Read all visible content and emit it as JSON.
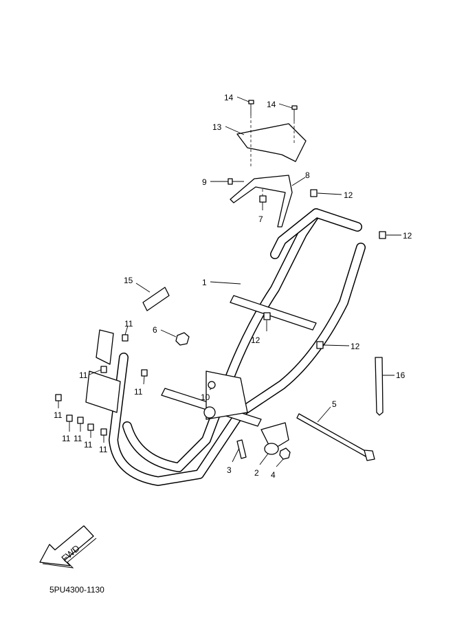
{
  "diagram": {
    "callouts": [
      {
        "id": "14a",
        "label": "14"
      },
      {
        "id": "14b",
        "label": "14"
      },
      {
        "id": "13",
        "label": "13"
      },
      {
        "id": "9",
        "label": "9"
      },
      {
        "id": "8",
        "label": "8"
      },
      {
        "id": "7",
        "label": "7"
      },
      {
        "id": "12a",
        "label": "12"
      },
      {
        "id": "12b",
        "label": "12"
      },
      {
        "id": "1",
        "label": "1"
      },
      {
        "id": "15",
        "label": "15"
      },
      {
        "id": "6",
        "label": "6"
      },
      {
        "id": "12c",
        "label": "12"
      },
      {
        "id": "12d",
        "label": "12"
      },
      {
        "id": "11a",
        "label": "11"
      },
      {
        "id": "11b",
        "label": "11"
      },
      {
        "id": "11c",
        "label": "11"
      },
      {
        "id": "11d",
        "label": "11"
      },
      {
        "id": "11e",
        "label": "11"
      },
      {
        "id": "11f",
        "label": "11"
      },
      {
        "id": "11g",
        "label": "11"
      },
      {
        "id": "11h",
        "label": "11"
      },
      {
        "id": "10",
        "label": "10"
      },
      {
        "id": "5",
        "label": "5"
      },
      {
        "id": "16",
        "label": "16"
      },
      {
        "id": "3",
        "label": "3"
      },
      {
        "id": "2",
        "label": "2"
      },
      {
        "id": "4",
        "label": "4"
      }
    ],
    "fwd_label": "FWD",
    "diagram_code": "5PU4300-1130"
  }
}
